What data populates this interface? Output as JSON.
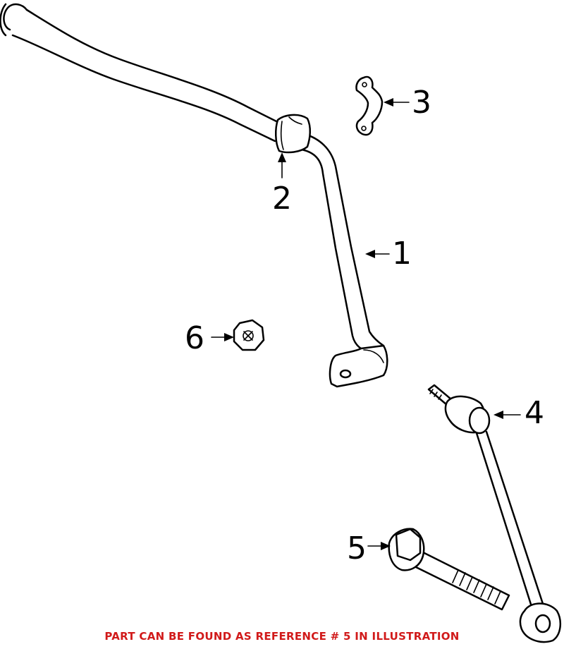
{
  "callouts": {
    "ref1": "1",
    "ref2": "2",
    "ref3": "3",
    "ref4": "4",
    "ref5": "5",
    "ref6": "6"
  },
  "footer_note": "PART CAN BE FOUND AS REFERENCE # 5 IN ILLUSTRATION",
  "colors": {
    "line_art": "#000000",
    "background": "#ffffff",
    "footer_text": "#d11a1a"
  }
}
